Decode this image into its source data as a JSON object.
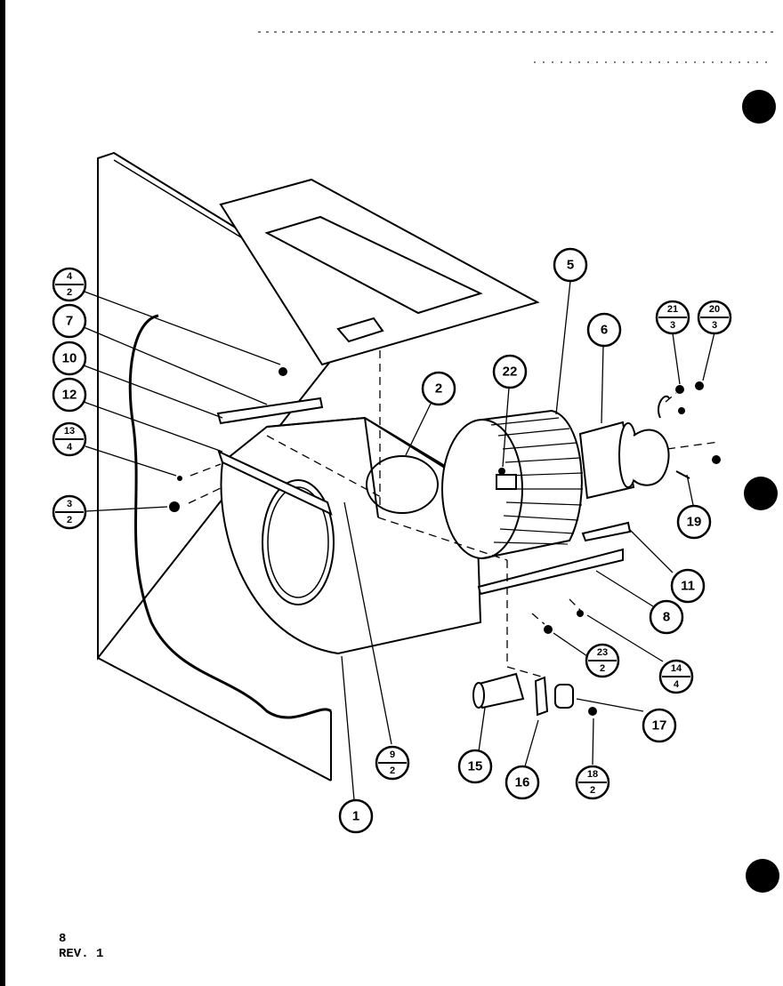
{
  "callouts": [
    {
      "id": "c-4-2",
      "top": "4",
      "bottom": "2"
    },
    {
      "id": "c-7",
      "text": "7"
    },
    {
      "id": "c-10",
      "text": "10"
    },
    {
      "id": "c-12",
      "text": "12"
    },
    {
      "id": "c-13-4",
      "top": "13",
      "bottom": "4"
    },
    {
      "id": "c-3-2",
      "top": "3",
      "bottom": "2"
    },
    {
      "id": "c-2",
      "text": "2"
    },
    {
      "id": "c-22",
      "text": "22"
    },
    {
      "id": "c-5",
      "text": "5"
    },
    {
      "id": "c-6-top",
      "text": "6"
    },
    {
      "id": "c-21-3",
      "top": "21",
      "bottom": "3"
    },
    {
      "id": "c-20-3",
      "top": "20",
      "bottom": "3"
    },
    {
      "id": "c-19",
      "text": "19"
    },
    {
      "id": "c-11",
      "text": "11"
    },
    {
      "id": "c-8",
      "text": "8"
    },
    {
      "id": "c-23-2",
      "top": "23",
      "bottom": "2"
    },
    {
      "id": "c-14-4",
      "top": "14",
      "bottom": "4"
    },
    {
      "id": "c-17",
      "text": "17"
    },
    {
      "id": "c-18-2",
      "top": "18",
      "bottom": "2"
    },
    {
      "id": "c-16",
      "text": "16"
    },
    {
      "id": "c-15",
      "text": "15"
    },
    {
      "id": "c-9-2",
      "top": "9",
      "bottom": "2"
    },
    {
      "id": "c-1",
      "text": "1"
    }
  ],
  "footer": {
    "page_number": "8",
    "revision": "REV. 1"
  }
}
